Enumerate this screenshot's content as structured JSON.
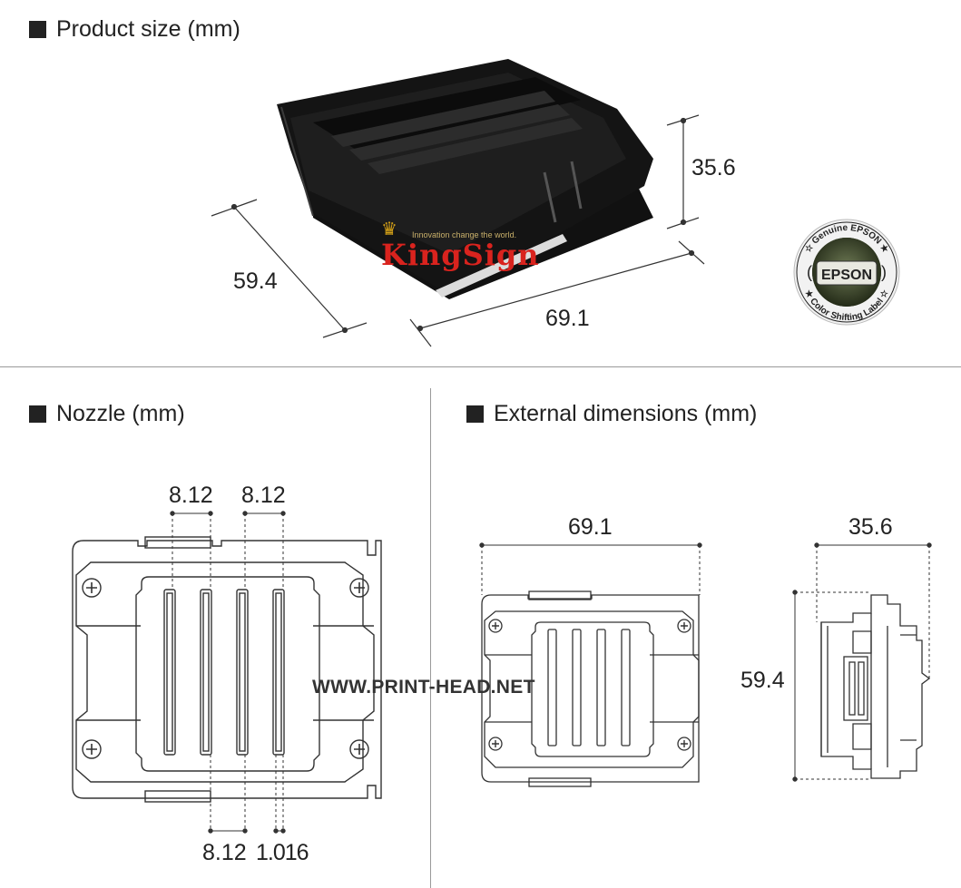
{
  "sections": {
    "product_size": "Product size (mm)",
    "nozzle": "Nozzle (mm)",
    "external": "External dimensions (mm)"
  },
  "product": {
    "height": "35.6",
    "depth": "59.4",
    "width": "69.1"
  },
  "brand": {
    "name": "KingSign",
    "tagline": "Innovation change the world.",
    "crown_icon": "crown-icon"
  },
  "badge": {
    "top_text": "☆ Genuine EPSON ★",
    "center": "EPSON",
    "bottom_text": "★ Color Shifting Label ☆"
  },
  "nozzle": {
    "top_pitch_1": "8.12",
    "top_pitch_2": "8.12",
    "bottom_pitch": "8.12",
    "bottom_offset": "1.016"
  },
  "external": {
    "front_width": "69.1",
    "side_width": "35.6",
    "side_height": "59.4"
  },
  "watermark": "WWW.PRINT-HEAD.NET",
  "colors": {
    "line": "#333333",
    "brand_red": "#d9231e",
    "divider": "#9a9a9a"
  }
}
